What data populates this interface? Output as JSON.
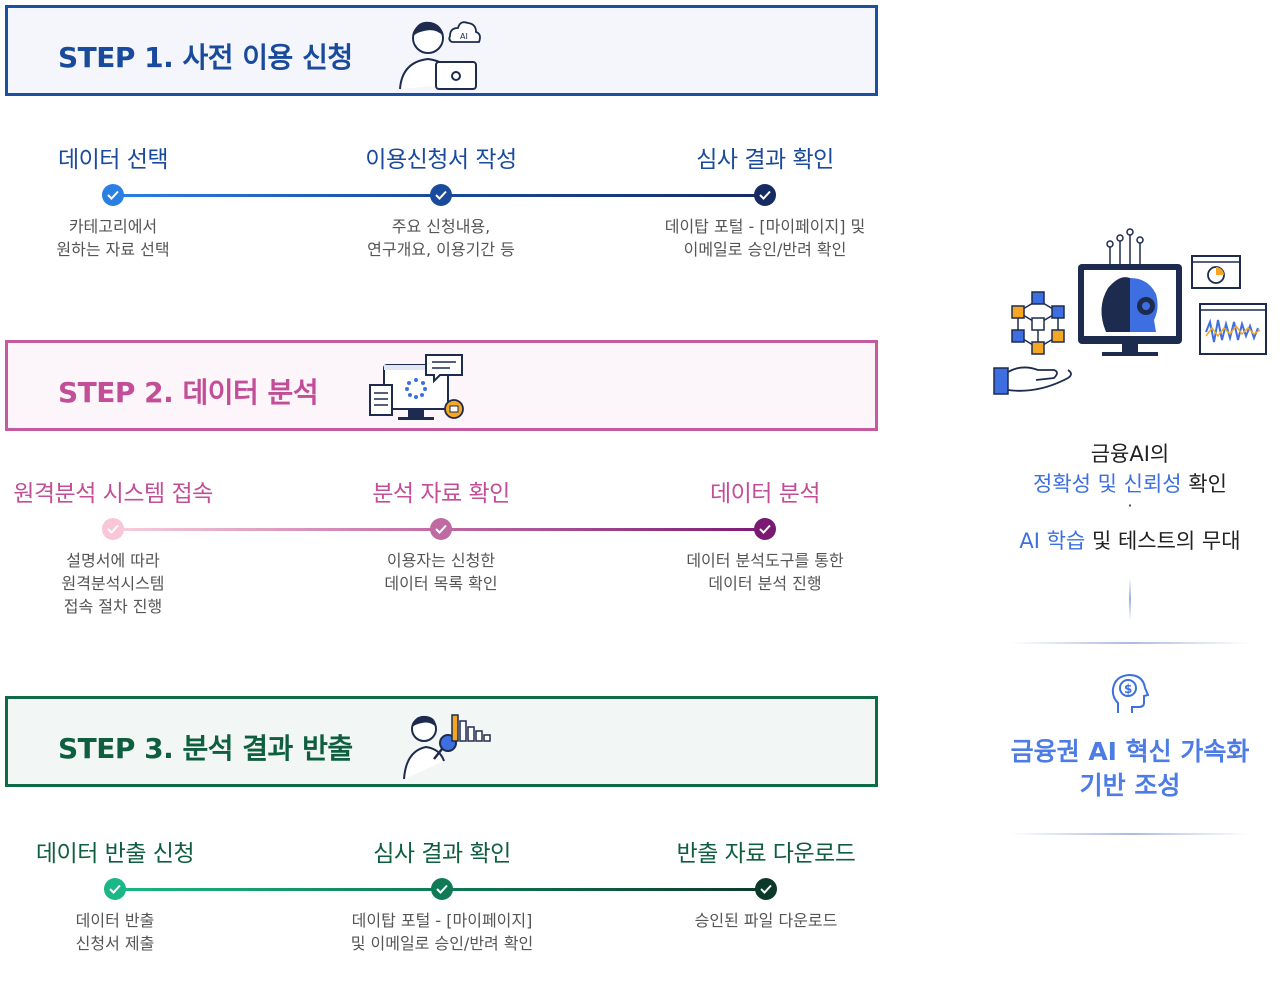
{
  "steps": [
    {
      "title": "STEP 1. 사전 이용 신청",
      "nodes": [
        {
          "label": "데이터 선택",
          "desc": [
            "카테고리에서",
            "원하는 자료 선택"
          ]
        },
        {
          "label": "이용신청서 작성",
          "desc": [
            "주요 신청내용,",
            "연구개요, 이용기간 등"
          ]
        },
        {
          "label": "심사 결과 확인",
          "desc": [
            "데이탑 포털 - [마이페이지] 및",
            "이메일로 승인/반려 확인"
          ]
        }
      ]
    },
    {
      "title": "STEP 2. 데이터 분석",
      "nodes": [
        {
          "label": "원격분석 시스템 접속",
          "desc": [
            "설명서에 따라",
            "원격분석시스템",
            "접속 절차 진행"
          ]
        },
        {
          "label": "분석 자료 확인",
          "desc": [
            "이용자는 신청한",
            "데이터 목록 확인"
          ]
        },
        {
          "label": "데이터 분석",
          "desc": [
            "데이터 분석도구를 통한",
            "데이터 분석 진행"
          ]
        }
      ]
    },
    {
      "title": "STEP 3. 분석 결과 반출",
      "nodes": [
        {
          "label": "데이터 반출 신청",
          "desc": [
            "데이터 반출",
            "신청서 제출"
          ]
        },
        {
          "label": "심사 결과 확인",
          "desc": [
            "데이탑 포털 - [마이페이지]",
            "및 이메일로 승인/반려 확인"
          ]
        },
        {
          "label": "반출 자료 다운로드",
          "desc": [
            "승인된 파일 다운로드"
          ]
        }
      ]
    }
  ],
  "side": {
    "line1": "금융AI의",
    "line2_accent": "정확성 및 신뢰성",
    "line2_rest": " 확인",
    "bullet": "·",
    "line3_accent": "AI 학습",
    "line3_rest": " 및 테스트의 무대",
    "goal": [
      "금융권 AI 혁신 가속화",
      "기반 조성"
    ]
  },
  "colors": {
    "step1": "#1a4a9c",
    "step2": "#c24e98",
    "step3": "#0f5e40",
    "accent_blue": "#3d6fe0"
  }
}
